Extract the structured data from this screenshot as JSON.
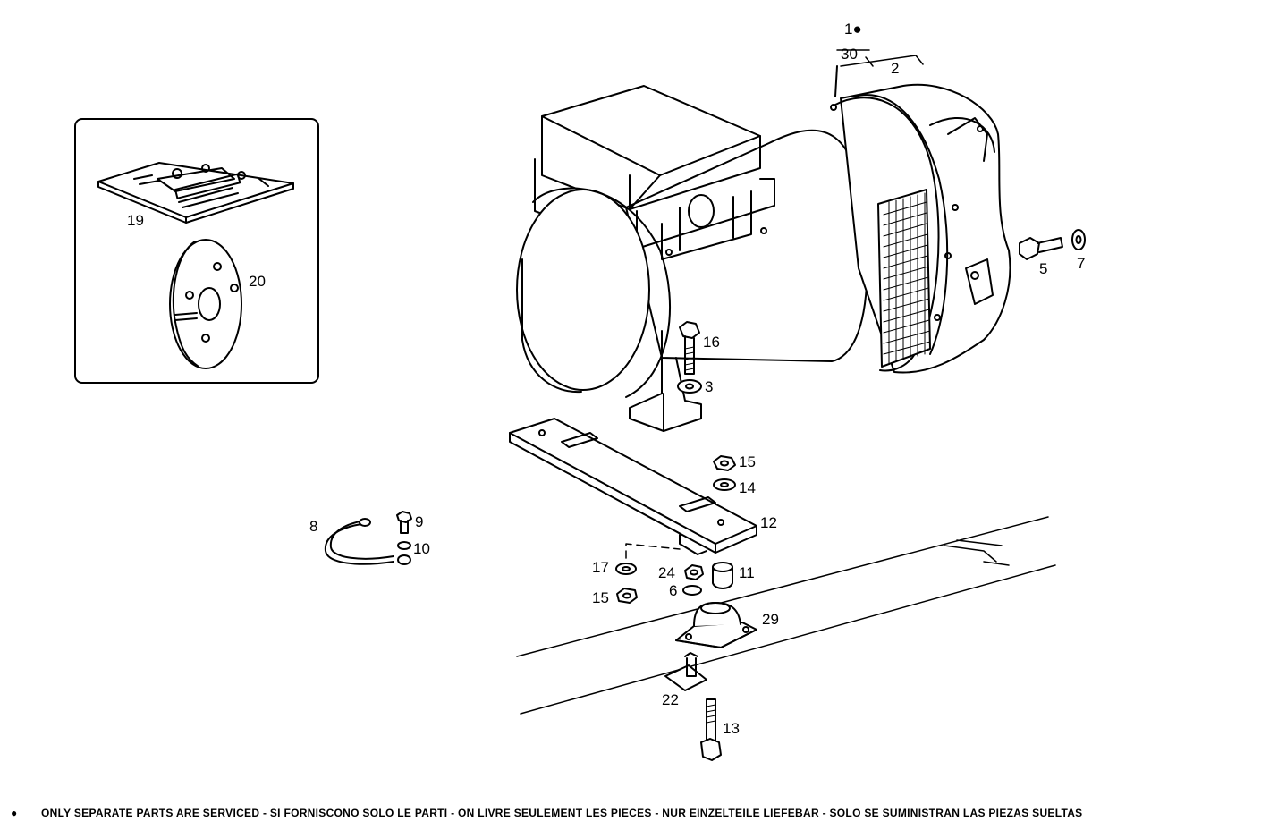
{
  "callouts": {
    "c1": "1●",
    "c30": "30",
    "c2": "2",
    "c5": "5",
    "c7": "7",
    "c16": "16",
    "c3": "3",
    "c15a": "15",
    "c14": "14",
    "c12": "12",
    "c8": "8",
    "c9": "9",
    "c10": "10",
    "c17": "17",
    "c24": "24",
    "c11": "11",
    "c6": "6",
    "c15b": "15",
    "c29": "29",
    "c22": "22",
    "c13": "13",
    "c19": "19",
    "c20": "20"
  },
  "footer": {
    "bullet": "●",
    "note": "ONLY SEPARATE PARTS ARE SERVICED - SI FORNISCONO SOLO LE PARTI - ON LIVRE SEULEMENT LES PIECES - NUR EINZELTEILE LIEFEBAR - SOLO SE SUMINISTRAN LAS PIEZAS SUELTAS"
  }
}
